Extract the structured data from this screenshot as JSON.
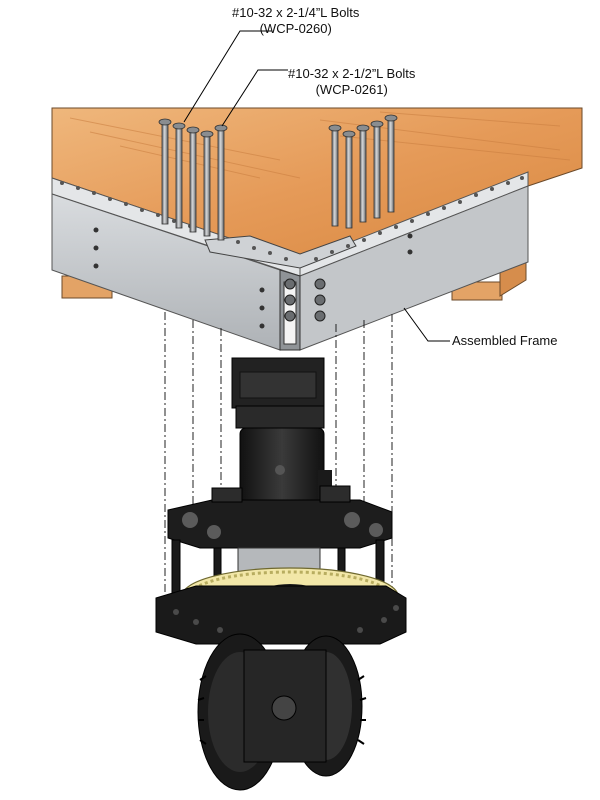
{
  "callouts": {
    "bolts_short": {
      "line1": "#10-32 x 2-1/4”L Bolts",
      "line2": "(WCP-0260)"
    },
    "bolts_long": {
      "line1": "#10-32 x 2-1/2”L Bolts",
      "line2": "(WCP-0261)"
    },
    "frame": {
      "label": "Assembled Frame"
    }
  },
  "colors": {
    "wood": "#e8a060",
    "metal": "#c9ccd0",
    "dark_part": "#1c1c1c",
    "gear_yellow": "#f2e7a8"
  }
}
